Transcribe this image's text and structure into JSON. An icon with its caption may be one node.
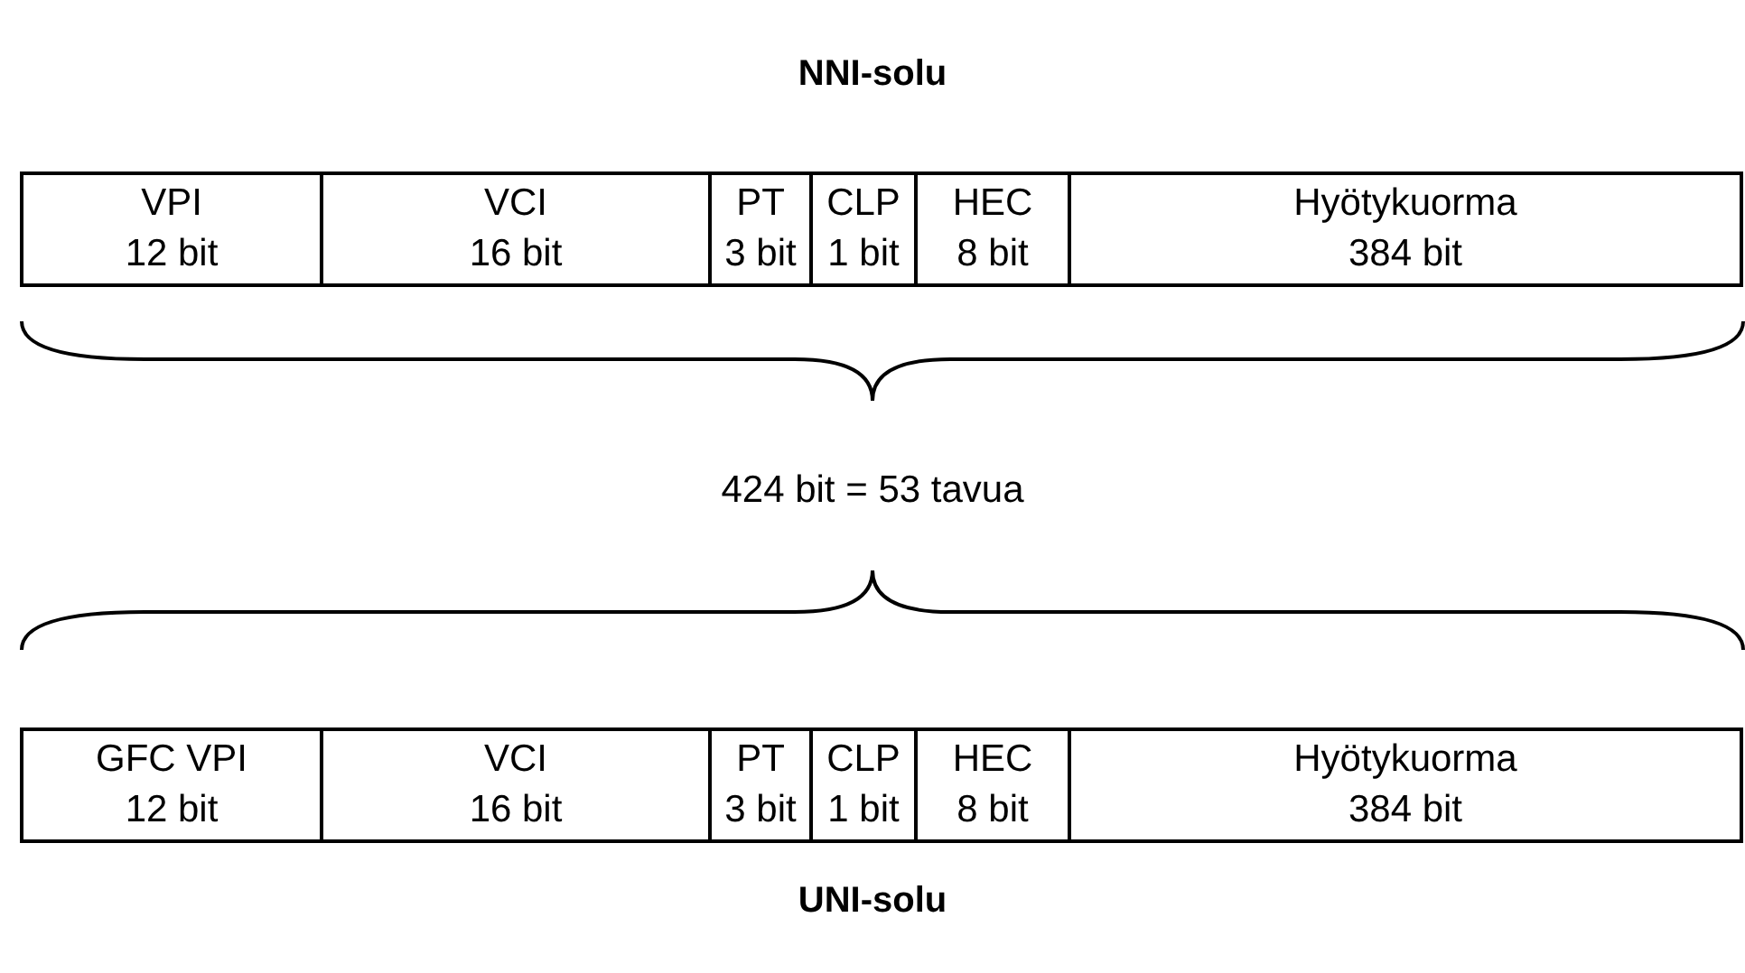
{
  "diagram": {
    "nodes": [
      {
        "text": [],
        "shape": "box"
      },
      {
        "text": [
          "VPI",
          "12 bit"
        ],
        "in": 0
      },
      {
        "text": [
          "VCI",
          "16 bit"
        ],
        "in": 0
      },
      {
        "text": [
          "PT",
          "3 bit"
        ],
        "in": 0
      },
      {
        "text": [
          "CLP",
          "1 bit"
        ],
        "in": 0
      },
      {
        "text": [
          "HEC",
          "8 bit"
        ],
        "in": 0
      },
      {
        "text": [
          "Hyötykuorma",
          "384 bit"
        ],
        "in": 0
      },
      {
        "text": [],
        "shape": "box"
      },
      {
        "text": [
          "GFC VPI",
          "12 bit"
        ],
        "in": 7
      },
      {
        "text": [
          "VCI",
          "16 bit"
        ],
        "in": 7
      },
      {
        "text": [
          "PT",
          "3 bit"
        ],
        "in": 7
      },
      {
        "text": [
          "CLP",
          "1 bit"
        ],
        "in": 7
      },
      {
        "text": [
          "HEC",
          "8 bit"
        ],
        "in": 7
      },
      {
        "text": [
          "Hyötykuorma",
          "384 bit"
        ],
        "in": 7
      }
    ],
    "labels": [
      "NNI-solu",
      "424 bit = 53 tavua",
      "UNI-solu"
    ]
  }
}
